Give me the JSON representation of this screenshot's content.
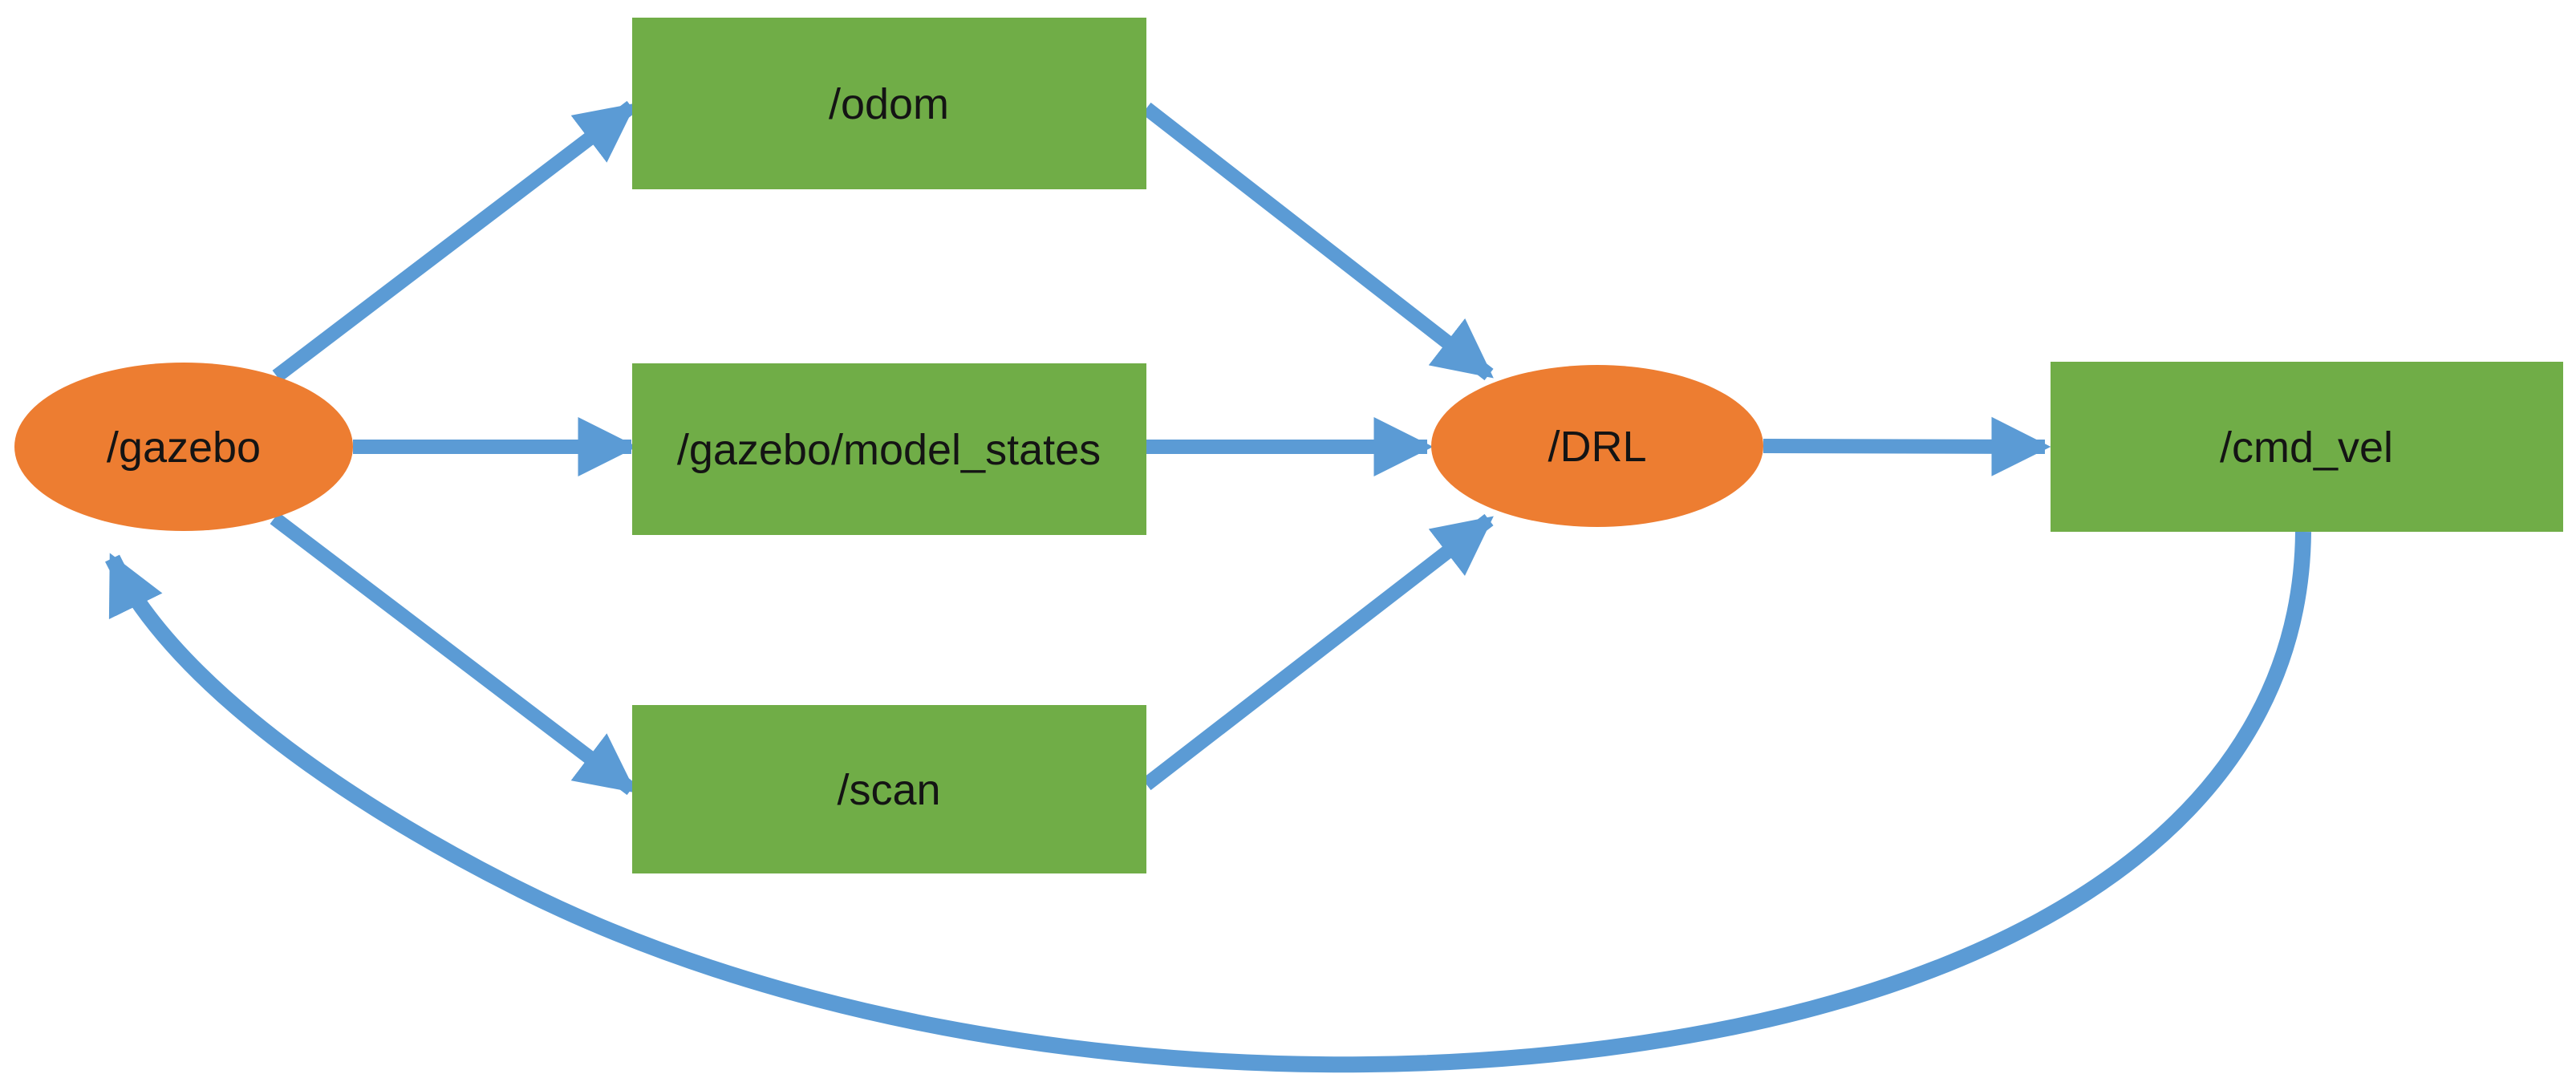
{
  "diagram": {
    "kind": "ros-node-topic-graph",
    "colors": {
      "node_fill": "#ED7D31",
      "topic_fill": "#70AD47",
      "arrow": "#5B9BD5",
      "text": "#141414",
      "background": "#FFFFFF"
    },
    "nodes": [
      {
        "id": "gazebo",
        "label": "/gazebo",
        "shape": "ellipse"
      },
      {
        "id": "drl",
        "label": "/DRL",
        "shape": "ellipse"
      }
    ],
    "topics": [
      {
        "id": "odom",
        "label": "/odom",
        "shape": "rect"
      },
      {
        "id": "model_states",
        "label": "/gazebo/model_states",
        "shape": "rect"
      },
      {
        "id": "scan",
        "label": "/scan",
        "shape": "rect"
      },
      {
        "id": "cmd_vel",
        "label": "/cmd_vel",
        "shape": "rect"
      }
    ],
    "edges": [
      {
        "from": "/gazebo",
        "to": "/odom",
        "style": "straight"
      },
      {
        "from": "/gazebo",
        "to": "/gazebo/model_states",
        "style": "straight"
      },
      {
        "from": "/gazebo",
        "to": "/scan",
        "style": "straight"
      },
      {
        "from": "/odom",
        "to": "/DRL",
        "style": "straight"
      },
      {
        "from": "/gazebo/model_states",
        "to": "/DRL",
        "style": "straight"
      },
      {
        "from": "/scan",
        "to": "/DRL",
        "style": "straight"
      },
      {
        "from": "/DRL",
        "to": "/cmd_vel",
        "style": "straight"
      },
      {
        "from": "/cmd_vel",
        "to": "/gazebo",
        "style": "curved-feedback"
      }
    ]
  }
}
